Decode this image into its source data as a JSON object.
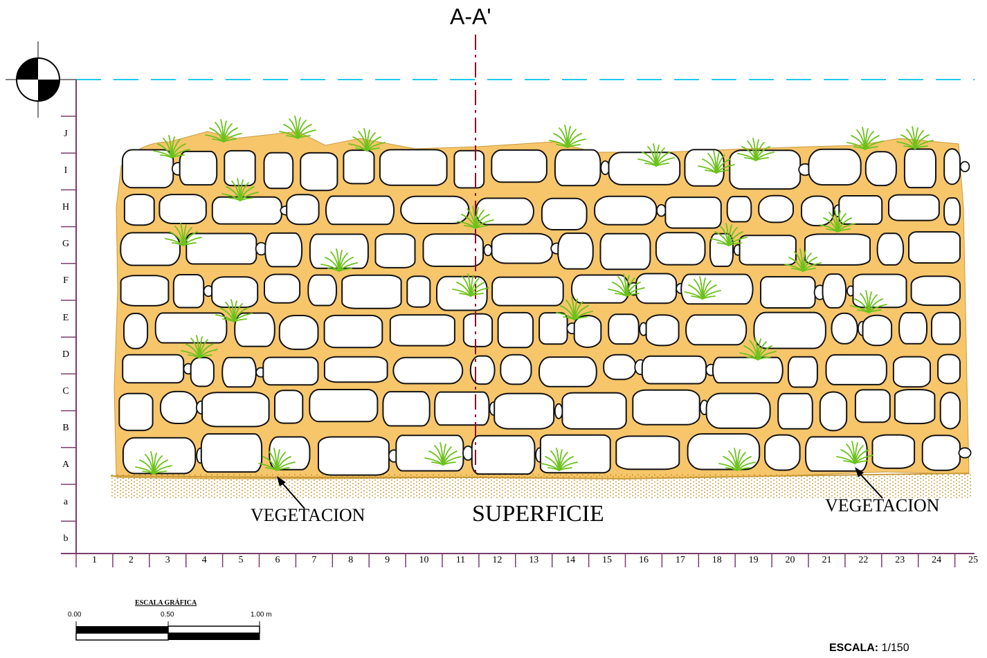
{
  "title": "A-A'",
  "labels": {
    "surface": "SUPERFICIE",
    "vegetation_left": "VEGETACION",
    "vegetation_right": "VEGETACION"
  },
  "grid": {
    "rows": [
      "J",
      "I",
      "H",
      "G",
      "F",
      "E",
      "D",
      "C",
      "B",
      "A",
      "a",
      "b"
    ],
    "columns": [
      "1",
      "2",
      "3",
      "4",
      "5",
      "6",
      "7",
      "8",
      "9",
      "10",
      "11",
      "12",
      "13",
      "14",
      "15",
      "16",
      "17",
      "18",
      "19",
      "20",
      "21",
      "22",
      "23",
      "24",
      "25"
    ]
  },
  "graphic_scale": {
    "title": "ESCALA GRÁFICA",
    "ticks": [
      "0.00",
      "0.50",
      "1.00 m"
    ]
  },
  "scale_note": {
    "label": "ESCALA:",
    "value": "1/150"
  },
  "colors": {
    "mortar": "#f7c66b",
    "grid_line": "#7a3b6e",
    "datum_line": "#1ec8f0",
    "section_line": "#8b0a2a",
    "vegetation": "#6cc21c",
    "soil": "#b8860b"
  },
  "icons": {
    "north_marker": "quadrant-target-icon",
    "plant": "grass-tuft-icon"
  }
}
